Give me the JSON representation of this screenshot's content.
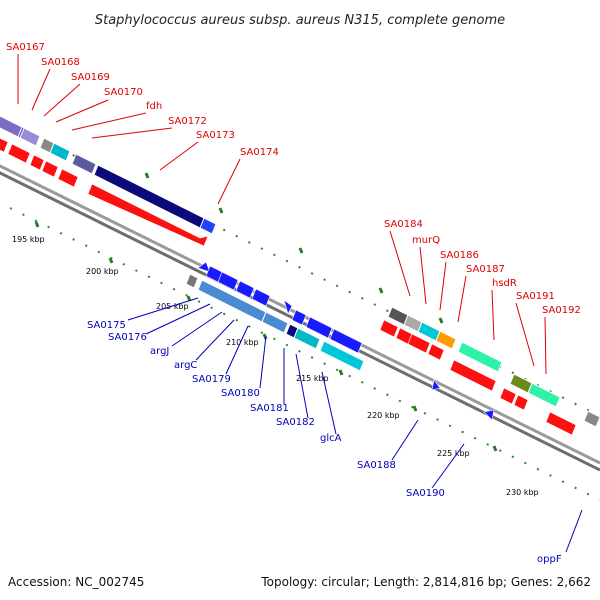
{
  "title": "Staphylococcus aureus subsp. aureus N315, complete genome",
  "accession": "Accession: NC_002745",
  "topology": "Topology: circular; Length: 2,814,816 bp; Genes: 2,662",
  "colors": {
    "forward_label": "#dd0000",
    "reverse_label": "#0000bb",
    "backbone": "#888888",
    "tick": "#2a8a2a"
  },
  "scale_labels": [
    "195 kbp",
    "200 kbp",
    "205 kbp",
    "210 kbp",
    "215 kbp",
    "220 kbp",
    "225 kbp",
    "230 kbp"
  ],
  "forward_genes": [
    "SA0167",
    "SA0168",
    "SA0169",
    "SA0170",
    "fdh",
    "SA0172",
    "SA0173",
    "SA0174",
    "SA0184",
    "murQ",
    "SA0186",
    "SA0187",
    "hsdR",
    "SA0191",
    "SA0192"
  ],
  "reverse_genes": [
    "SA0175",
    "SA0176",
    "argJ",
    "argC",
    "SA0179",
    "SA0180",
    "SA0181",
    "SA0182",
    "glcA",
    "SA0188",
    "SA0190",
    "oppF"
  ]
}
